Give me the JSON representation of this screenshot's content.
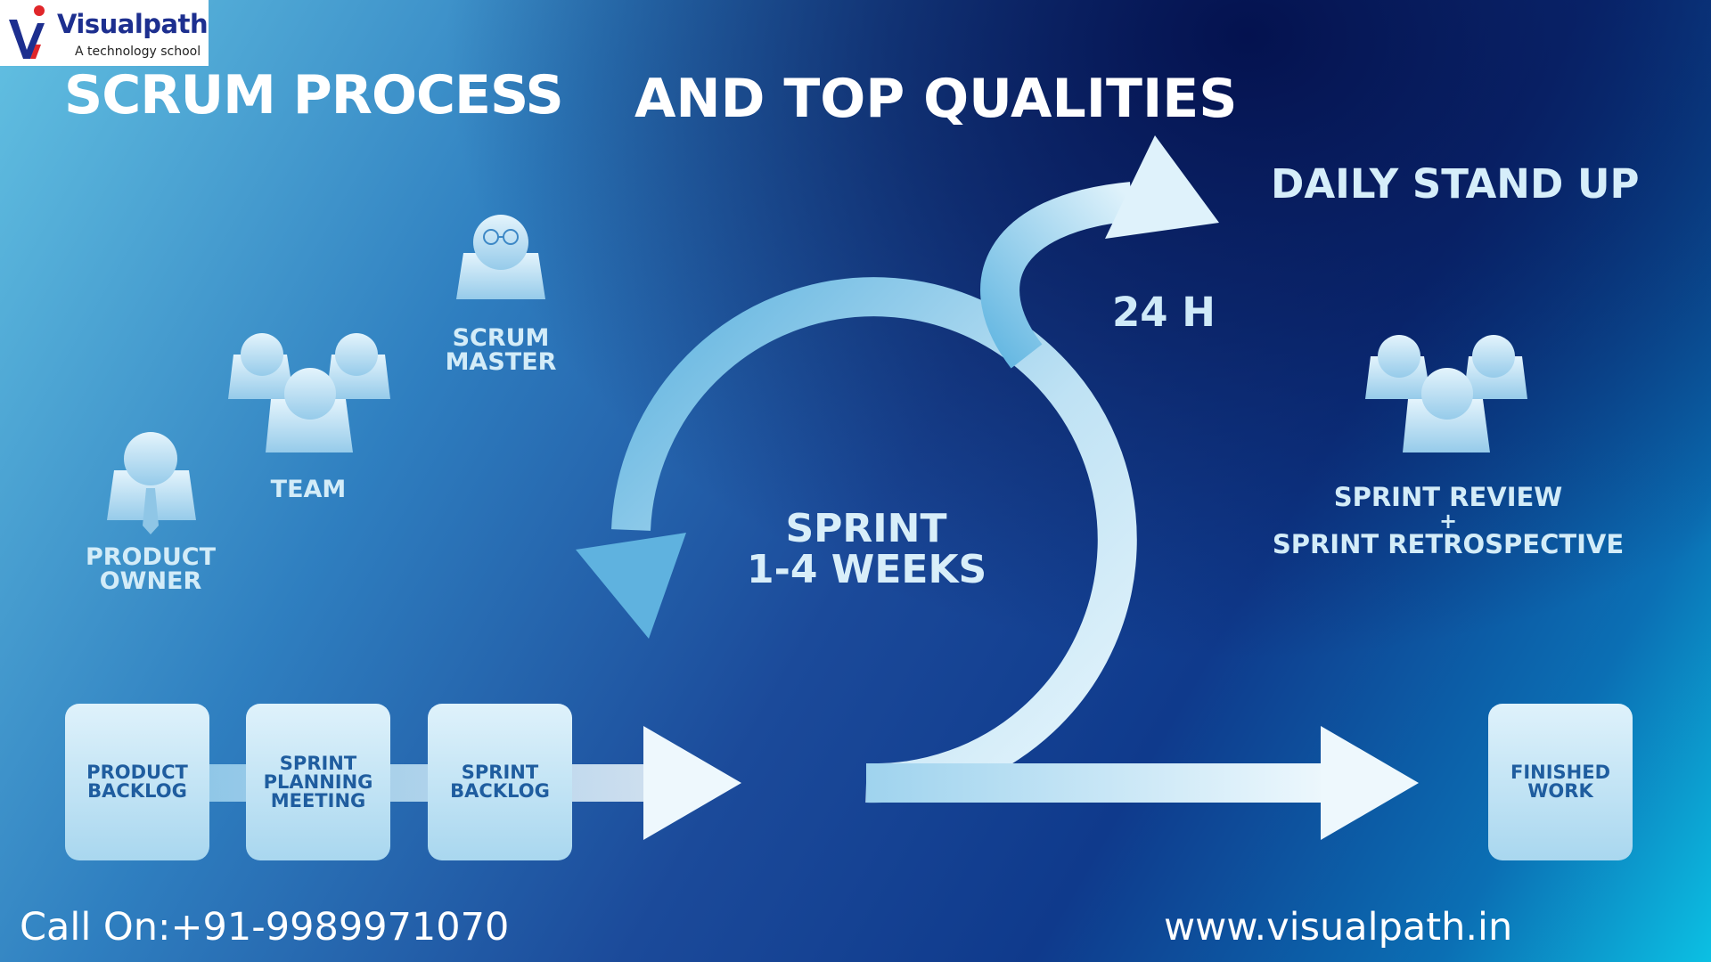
{
  "logo": {
    "name": "Visualpath",
    "tagline": "A technology school"
  },
  "title": {
    "part1": "SCRUM PROCESS",
    "part2": "AND TOP QUALITIES"
  },
  "daily_stand_up": "DAILY STAND UP",
  "cycle_24h": "24 H",
  "sprint": {
    "line1": "SPRINT",
    "line2": "1-4 WEEKS"
  },
  "roles": {
    "scrum_master": [
      "SCRUM",
      "MASTER"
    ],
    "team": "TEAM",
    "product_owner": [
      "PRODUCT",
      "OWNER"
    ]
  },
  "review": {
    "line1": "SPRINT REVIEW",
    "plus": "+",
    "line2": "SPRINT RETROSPECTIVE"
  },
  "backlog_boxes": {
    "product_backlog": [
      "PRODUCT",
      "BACKLOG"
    ],
    "sprint_planning": [
      "SPRINT",
      "PLANNING",
      "MEETING"
    ],
    "sprint_backlog": [
      "SPRINT",
      "BACKLOG"
    ],
    "finished_work": [
      "FINISHED",
      "WORK"
    ]
  },
  "footer": {
    "call": "Call On:+91-9989971070",
    "website": "www.visualpath.in"
  },
  "colors": {
    "accent_light": "#d3ecf8",
    "box_text": "#1f5d9f",
    "logo_blue": "#1d2f8f",
    "dark_bg": "#04124f"
  }
}
